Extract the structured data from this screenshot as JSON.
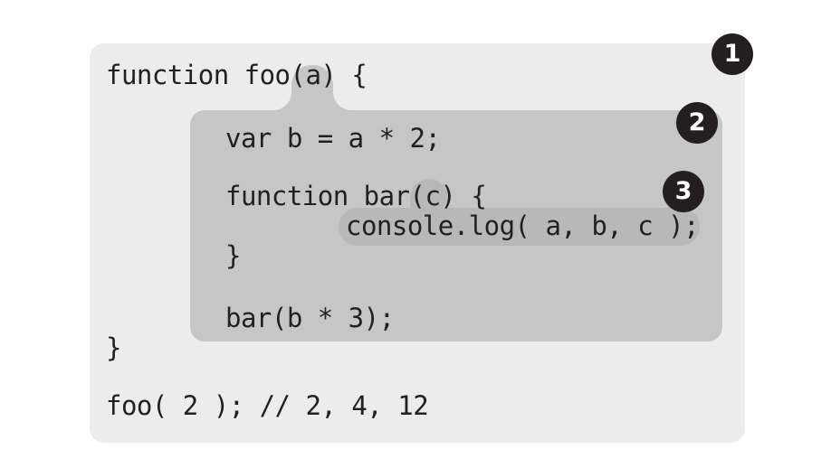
{
  "code": {
    "line_function_foo": "function foo(a) {",
    "line_var_b": "var b = a * 2;",
    "line_function_bar": "function bar(c) {",
    "line_console_log": "console.log( a, b, c );",
    "line_close_bar": "}",
    "line_call_bar": "bar(b * 3);",
    "line_close_foo": "}",
    "line_call_foo": "foo( 2 ); // 2, 4, 12"
  },
  "badges": {
    "scope1": "1",
    "scope2": "2",
    "scope3": "3"
  },
  "colors": {
    "scope1_fill": "#ececec",
    "scope2_fill": "#c6c6c6",
    "scope3_fill": "#b8b8b8",
    "text": "#231f20",
    "badge_fill": "#231f20",
    "badge_text": "#ffffff"
  }
}
